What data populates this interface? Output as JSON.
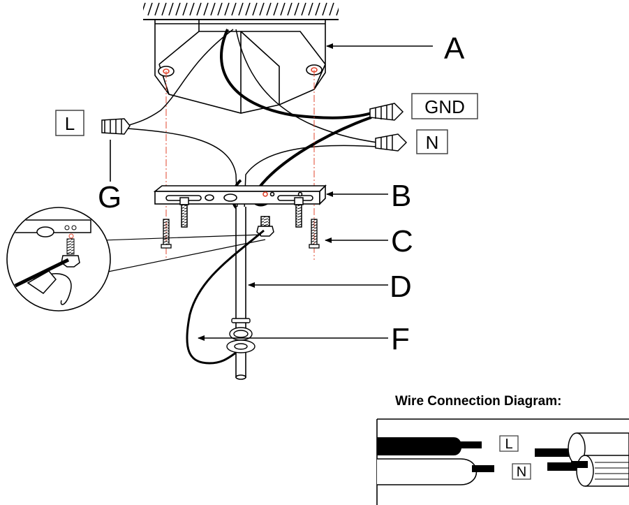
{
  "callouts": {
    "A": "A",
    "B": "B",
    "C": "C",
    "D": "D",
    "F": "F",
    "G": "G"
  },
  "tags": {
    "gnd": "GND",
    "n": "N",
    "l": "L"
  },
  "legend": {
    "title": "Wire Connection Diagram:",
    "l_tag": "L",
    "n_tag": "N"
  },
  "colors": {
    "line": "#000000",
    "guide": "#e0442c",
    "tag_border": "#444444"
  }
}
